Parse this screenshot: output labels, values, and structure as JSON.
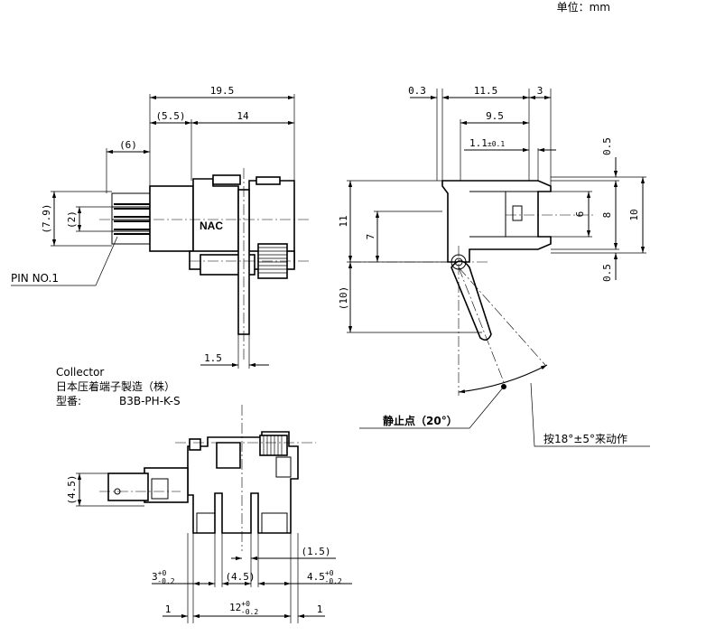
{
  "unit_label": "单位：mm",
  "collector": {
    "line1": "Collector",
    "line2": "日本压着端子製造（株）",
    "model_label": "型番:",
    "model_value": "B3B-PH-K-S"
  },
  "part_marking": "NAC",
  "pin_label": "PIN NO.1",
  "stop_point_label": "静止点（20°）",
  "press_label": "按18°±5°来动作",
  "dims_front": {
    "total_width": "19.5",
    "left_offset": "(5.5)",
    "body_width": "14",
    "pin_length": "(6)",
    "height": "(7.9)",
    "pitch": "(2)",
    "pin_width": "1.5"
  },
  "dims_side": {
    "gap": "0.3",
    "width": "11.5",
    "right": "3",
    "lever": "9.5",
    "tol_base": "1.1",
    "tol_suffix": "±0.1",
    "height": "11",
    "pivot": "7",
    "lever_drop": "(10)",
    "top_margin": "0.5",
    "inner": "6",
    "mid": "8",
    "total": "10",
    "bottom_margin": "0.5"
  },
  "dims_bottom": {
    "left_height": "(4.5)",
    "offset": "(1.5)",
    "left_w": "3",
    "left_tol_sup": "+0",
    "left_tol_sub": "-0.2",
    "center": "(4.5)",
    "right_w": "4.5",
    "right_tol_sup": "+0",
    "right_tol_sub": "-0.2",
    "span": "12",
    "span_tol_sup": "+0",
    "span_tol_sub": "-0.2",
    "edge_left": "1",
    "edge_right": "1"
  }
}
